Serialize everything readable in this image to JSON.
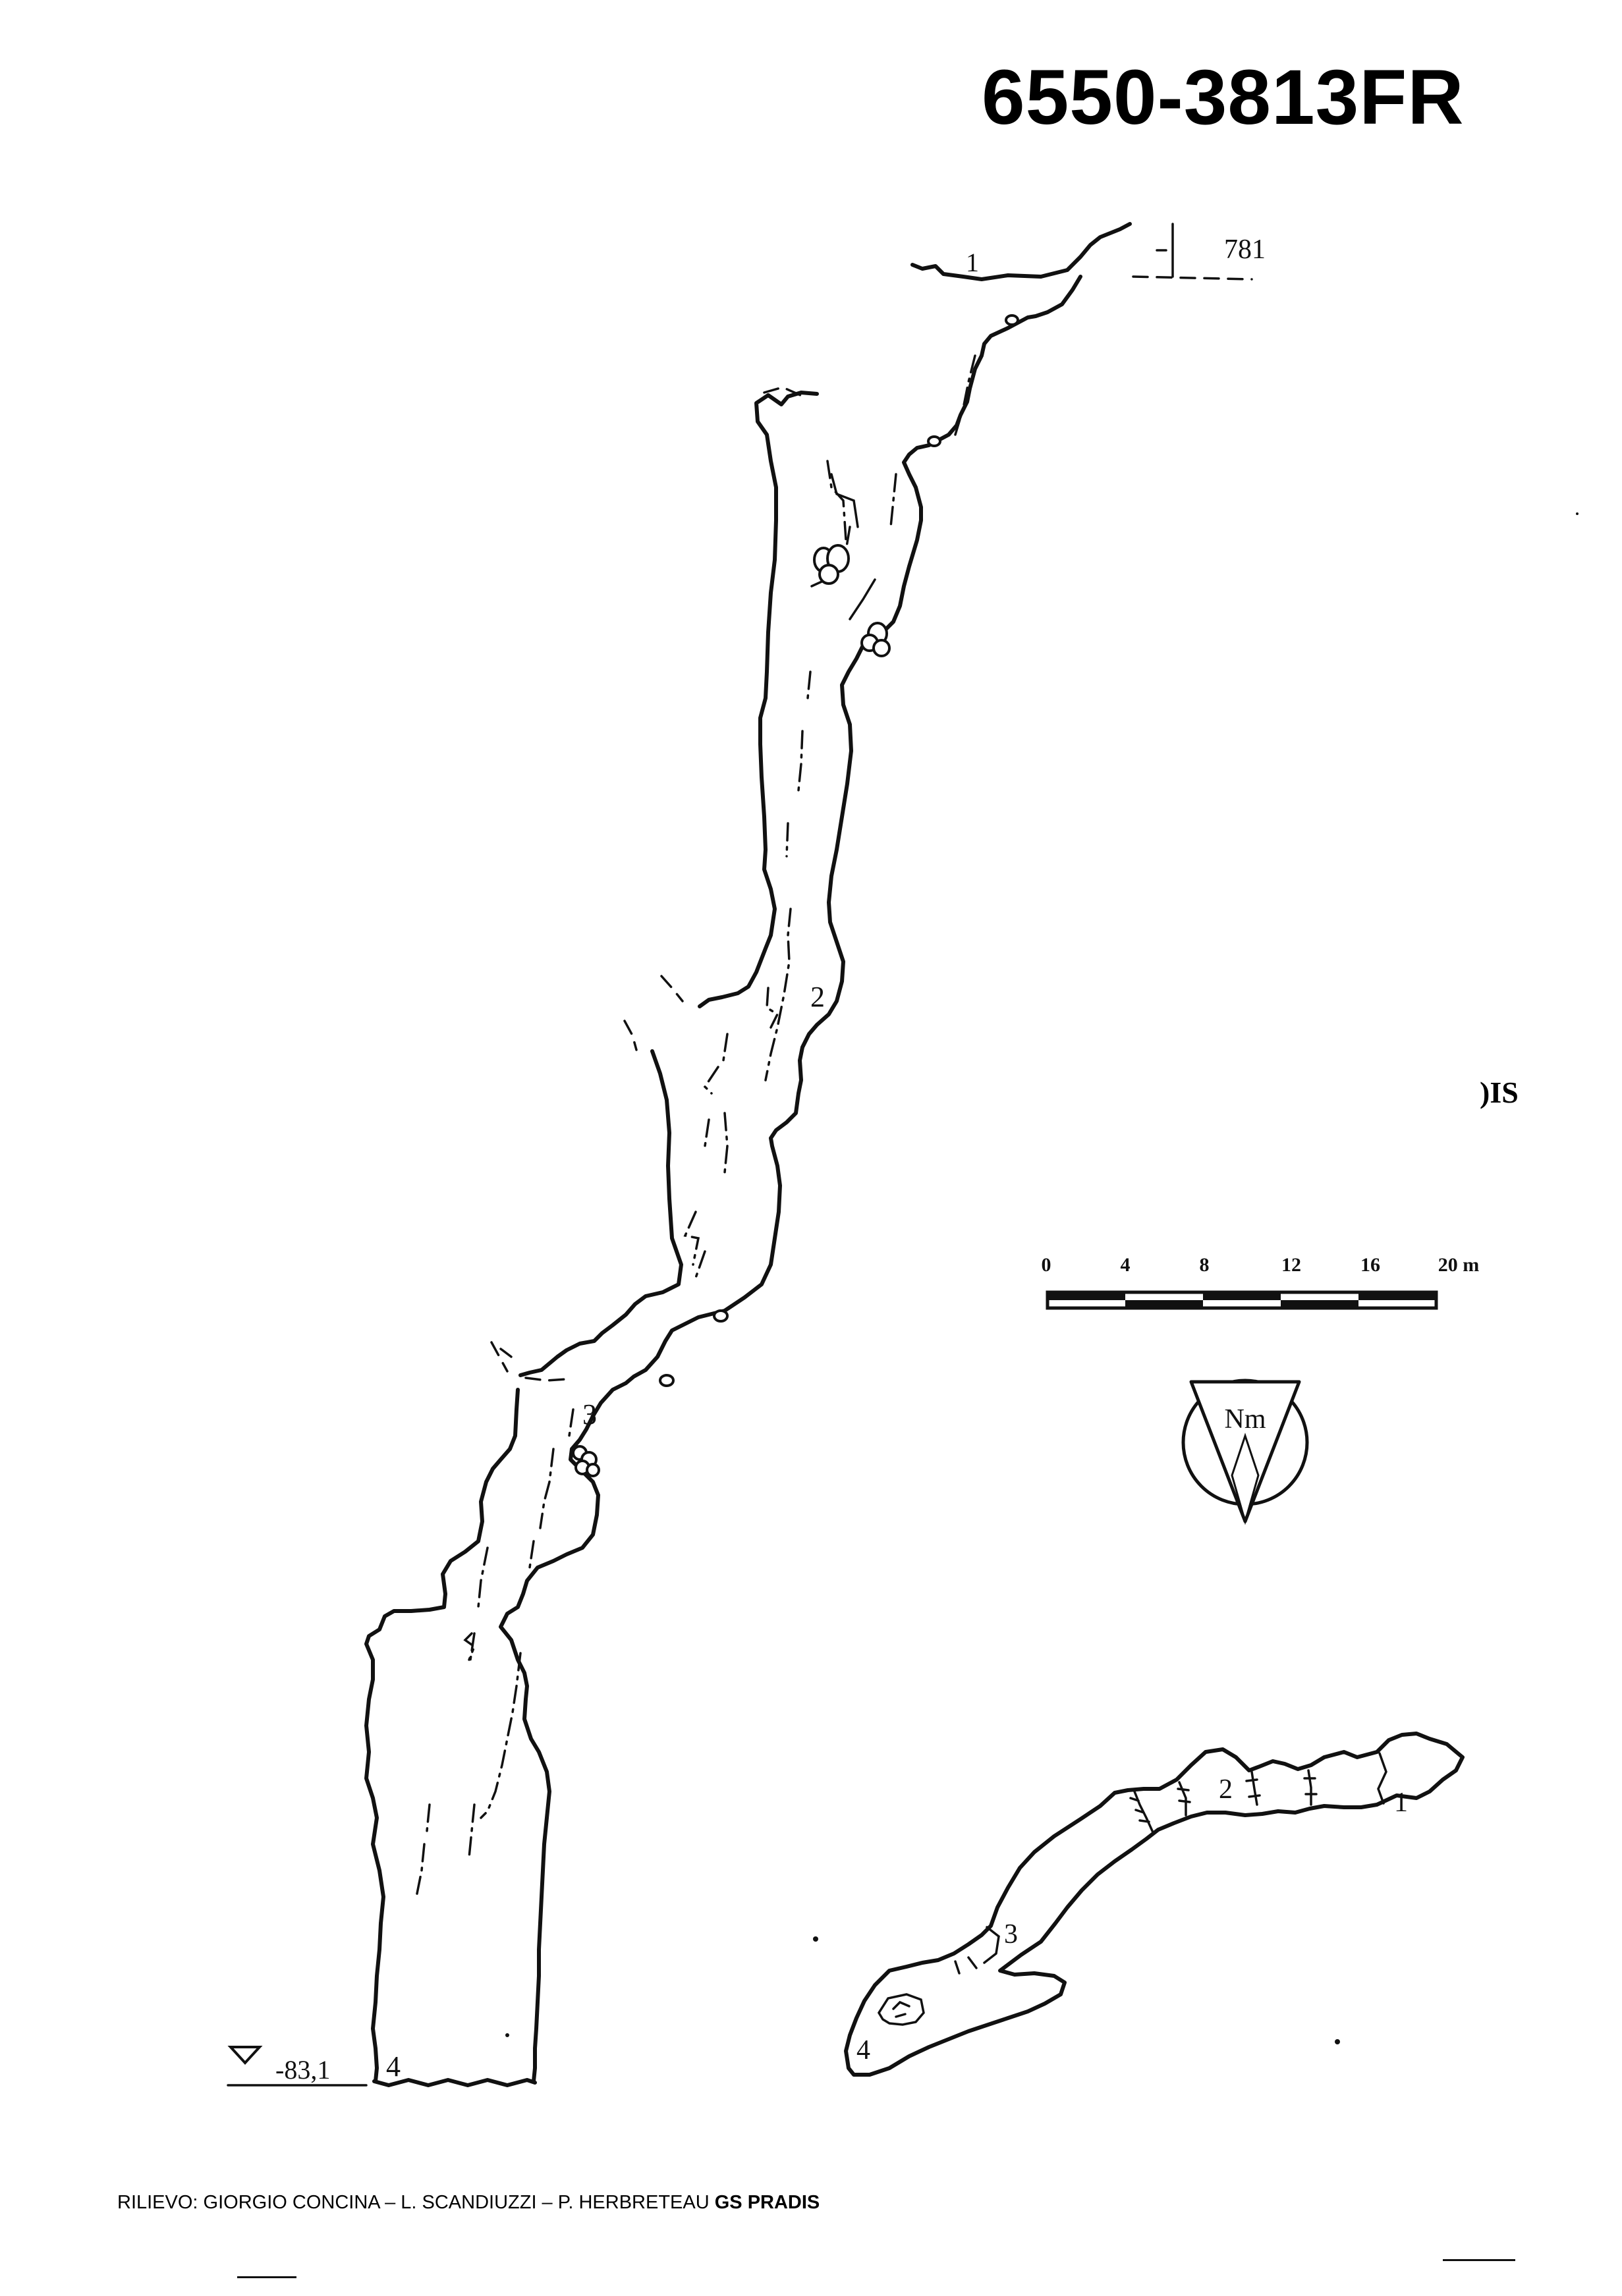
{
  "title": "6550-3813FR",
  "credits": {
    "text": "RILIEVO: GIORGIO CONCINA – L. SCANDIUZZI – P. HERBRETEAU",
    "group": "GS PRADIS"
  },
  "edge_fragment": ")IS",
  "section": {
    "entrance_elevation": "781",
    "station_labels": [
      "1",
      "2",
      "3",
      "4"
    ],
    "bottom_depth": "-83,1"
  },
  "scale_bar": {
    "ticks": [
      "0",
      "4",
      "8",
      "12",
      "16",
      "20 m"
    ]
  },
  "north_arrow": {
    "label": "Nm"
  },
  "plan": {
    "station_labels": [
      "1",
      "2",
      "3",
      "4"
    ]
  },
  "colors": {
    "ink": "#111111",
    "paper": "#ffffff"
  }
}
